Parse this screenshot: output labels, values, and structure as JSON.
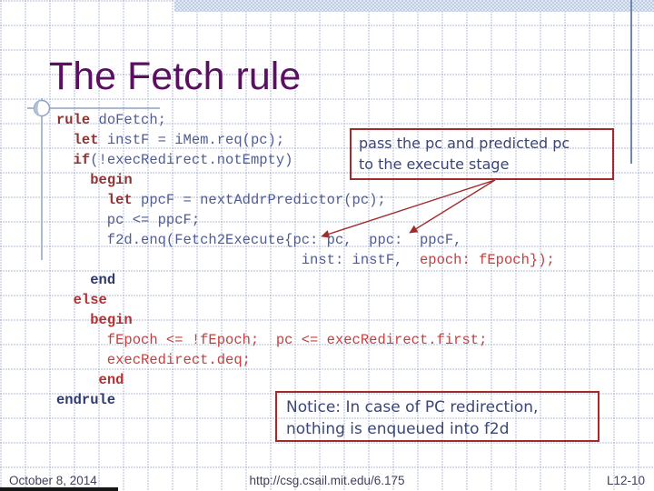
{
  "title": "The Fetch rule",
  "code": {
    "lines": [
      {
        "segs": [
          {
            "s": "kw",
            "t": "rule"
          },
          {
            "s": "n",
            "t": " doFetch;"
          }
        ]
      },
      {
        "segs": [
          {
            "s": "n",
            "t": "  "
          },
          {
            "s": "kw",
            "t": "let"
          },
          {
            "s": "n",
            "t": " instF = iMem.req(pc);"
          }
        ]
      },
      {
        "segs": [
          {
            "s": "n",
            "t": "  "
          },
          {
            "s": "kw",
            "t": "if"
          },
          {
            "s": "n",
            "t": "(!execRedirect.notEmpty)"
          }
        ]
      },
      {
        "segs": [
          {
            "s": "n",
            "t": "    "
          },
          {
            "s": "kw",
            "t": "begin"
          }
        ]
      },
      {
        "segs": [
          {
            "s": "n",
            "t": "      "
          },
          {
            "s": "kw",
            "t": "let"
          },
          {
            "s": "n",
            "t": " ppcF = nextAddrPredictor(pc);"
          }
        ]
      },
      {
        "segs": [
          {
            "s": "n",
            "t": "      pc <= ppcF;"
          }
        ]
      },
      {
        "segs": [
          {
            "s": "n",
            "t": "      f2d.enq(Fetch2Execute{pc: pc,  ppc:  ppcF,"
          }
        ]
      },
      {
        "segs": [
          {
            "s": "n",
            "t": "                             inst: instF,  "
          },
          {
            "s": "r",
            "t": "epoch: fEpoch});"
          }
        ]
      },
      {
        "segs": [
          {
            "s": "n",
            "t": "    "
          },
          {
            "s": "kb",
            "t": "end"
          }
        ]
      },
      {
        "segs": [
          {
            "s": "n",
            "t": "  "
          },
          {
            "s": "rb",
            "t": "else"
          }
        ]
      },
      {
        "segs": [
          {
            "s": "n",
            "t": "    "
          },
          {
            "s": "rb",
            "t": "begin"
          }
        ]
      },
      {
        "segs": [
          {
            "s": "r",
            "t": "      fEpoch <= !fEpoch;  pc <= execRedirect.first;"
          }
        ]
      },
      {
        "segs": [
          {
            "s": "r",
            "t": "      execRedirect.deq;"
          }
        ]
      },
      {
        "segs": [
          {
            "s": "n",
            "t": "     "
          },
          {
            "s": "rb",
            "t": "end"
          }
        ]
      },
      {
        "segs": [
          {
            "s": "kb",
            "t": "endrule"
          }
        ]
      }
    ]
  },
  "callouts": {
    "pass_note": {
      "line1": "pass the pc and  predicted pc",
      "line2": "to the execute stage"
    },
    "notice_note": {
      "line1": "Notice: In case of PC redirection,",
      "line2": "nothing is enqueued into f2d"
    }
  },
  "footer": {
    "date": "October 8, 2014",
    "url": "http://csg.csail.mit.edu/6.175",
    "page": "L12-10"
  },
  "colors": {
    "title": "#5c0e63",
    "code": "#4f5c95",
    "kw": "#8e3434",
    "kb": "#2e3a6e",
    "red": "#c24040",
    "redb": "#b13232",
    "box_border": "#a12a2a",
    "note_text": "#3b4677",
    "footer_text": "#41415a",
    "accent_line": "#8fa3c2",
    "right_line": "#6f87ae"
  }
}
